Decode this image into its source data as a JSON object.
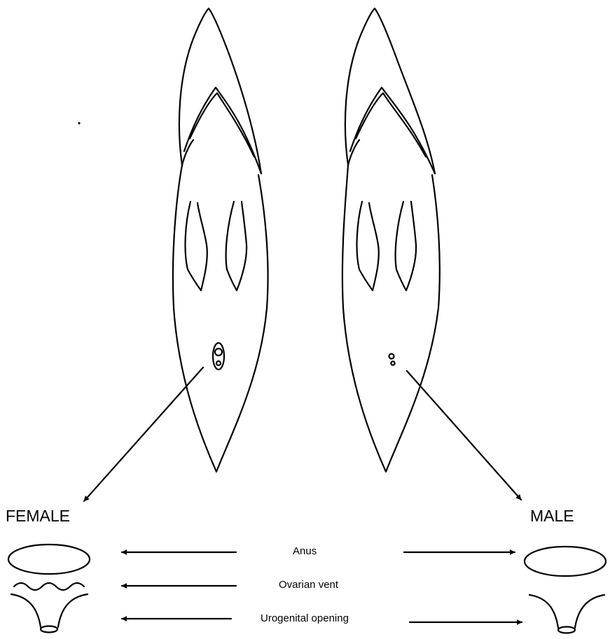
{
  "labels": {
    "female": "FEMALE",
    "male": "MALE",
    "anus": "Anus",
    "ovarian_vent": "Ovarian vent",
    "urogenital_opening": "Urogenital opening"
  }
}
